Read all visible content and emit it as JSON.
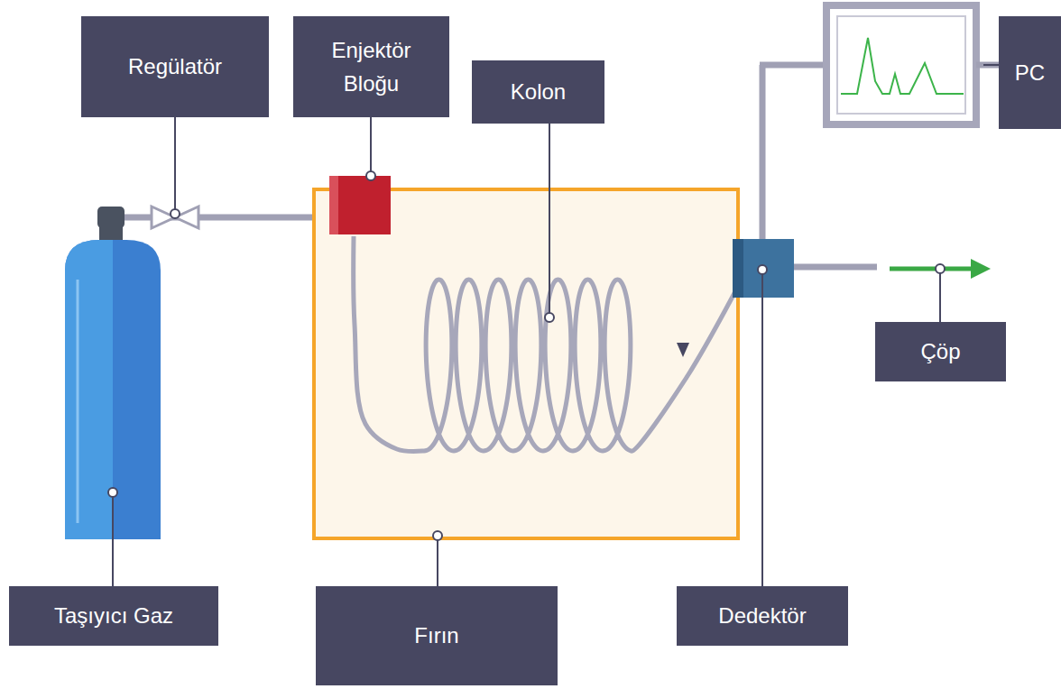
{
  "diagram": {
    "nodes": [
      {
        "text": [
          "Regülatör"
        ]
      },
      {
        "text": [
          "Enjektör Bloğu"
        ]
      },
      {
        "text": [
          "Kolon"
        ]
      },
      {
        "text": [
          "PC"
        ]
      },
      {
        "text": [
          "Taşıyıcı Gaz"
        ]
      },
      {
        "text": [
          "Fırın"
        ]
      },
      {
        "text": [
          "Dedektör"
        ]
      },
      {
        "text": [
          "Çöp"
        ]
      }
    ]
  }
}
